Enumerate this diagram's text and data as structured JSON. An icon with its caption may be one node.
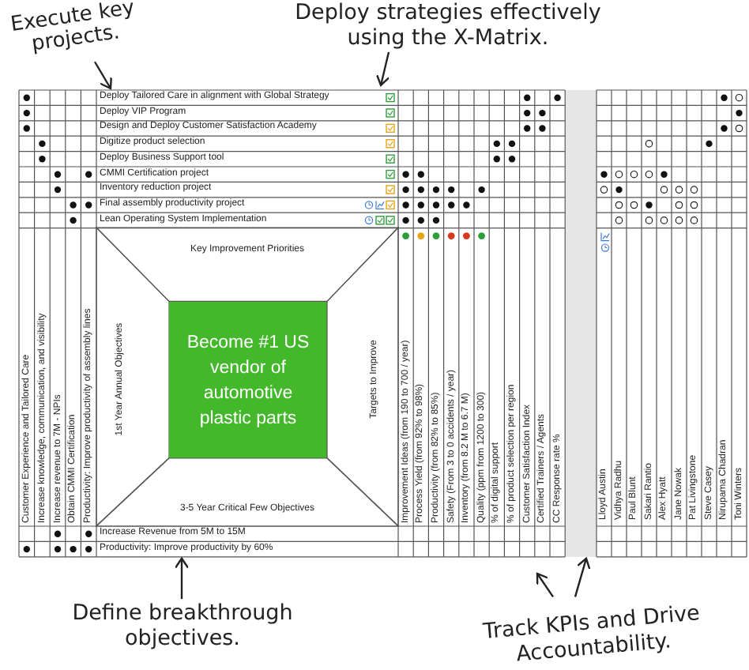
{
  "diagram": {
    "nodes": [
      {
        "text": [
          "Execute key projects."
        ]
      },
      {
        "text": [
          "Deploy strategies effectively using the X-Matrix."
        ]
      },
      {
        "text": [
          "Key Improvement Priorities"
        ]
      },
      {
        "text": [
          "1st Year Annual Objectives"
        ]
      },
      {
        "text": [
          "Become #1 US vendor of automotive plastic parts"
        ]
      },
      {
        "text": [
          "Targets to Improve"
        ]
      },
      {
        "text": [
          "3-5 Year Critical Few Objectives"
        ]
      },
      {
        "text": [
          "Define breakthrough objectives."
        ]
      },
      {
        "text": [
          "Track KPIs and Drive Accountability."
        ]
      },
      {
        "text": [],
        "shape": "bar"
      },
      {
        "text": [
          "Productivity: Improve productivity by 60%"
        ]
      },
      {
        "text": [
          "Deploy Tailored Care in alignment with Global Strategy"
        ]
      }
    ],
    "edges": [
      {
        "from": 0,
        "to": 11,
        "arrow": "to"
      },
      {
        "from": 1,
        "to": null,
        "arrow": "to"
      },
      {
        "from": 7,
        "to": 10,
        "arrow": "to"
      },
      {
        "from": 8,
        "to": null,
        "arrow": "to"
      },
      {
        "from": 8,
        "to": 9,
        "arrow": "to"
      }
    ],
    "labels": [
      "Deploy VIP Program",
      "Design and Deploy Customer Satisfaction Academy",
      "Digitize product selection",
      "Deploy Business Support tool",
      "CMMI Certification project",
      "Inventory reduction project",
      "Final assembly productivity project",
      "Lean Operating System Implementation",
      "Customer Experience and Tailored Care",
      "Increase knowledge, communication, and visibility",
      "Increase revenue to 7M - NPIs",
      "Obtain CMMI Certification",
      "Productivity: Improve productivity of assembly lines",
      "Improvement Ideas (from 190 to 700 / year)",
      "Process Yield (from 92% to 98%)",
      "Productivity (from 82% to 85%)",
      "Safety (From 3 to 0 accidents / year)",
      "Inventory (from 8.2 M to 6.7 M)",
      "Quality (ppm from 1200 to 300)",
      "% of digital support",
      "% of product selection per region",
      "Customer Satisfaction Index",
      "Certified Trainers / Agents",
      "CC Response rate %",
      "Lloyd Austin",
      "Vidhya Radhu",
      "Paul Blunt",
      "Sakari Rantio",
      "Alex Hyatt",
      "Jane Nowak",
      "Pat Livingstone",
      "Steve Casey",
      "Nirupama Chadran",
      "Toni Winters",
      "Increase Revenue from 5M to 15M"
    ]
  }
}
